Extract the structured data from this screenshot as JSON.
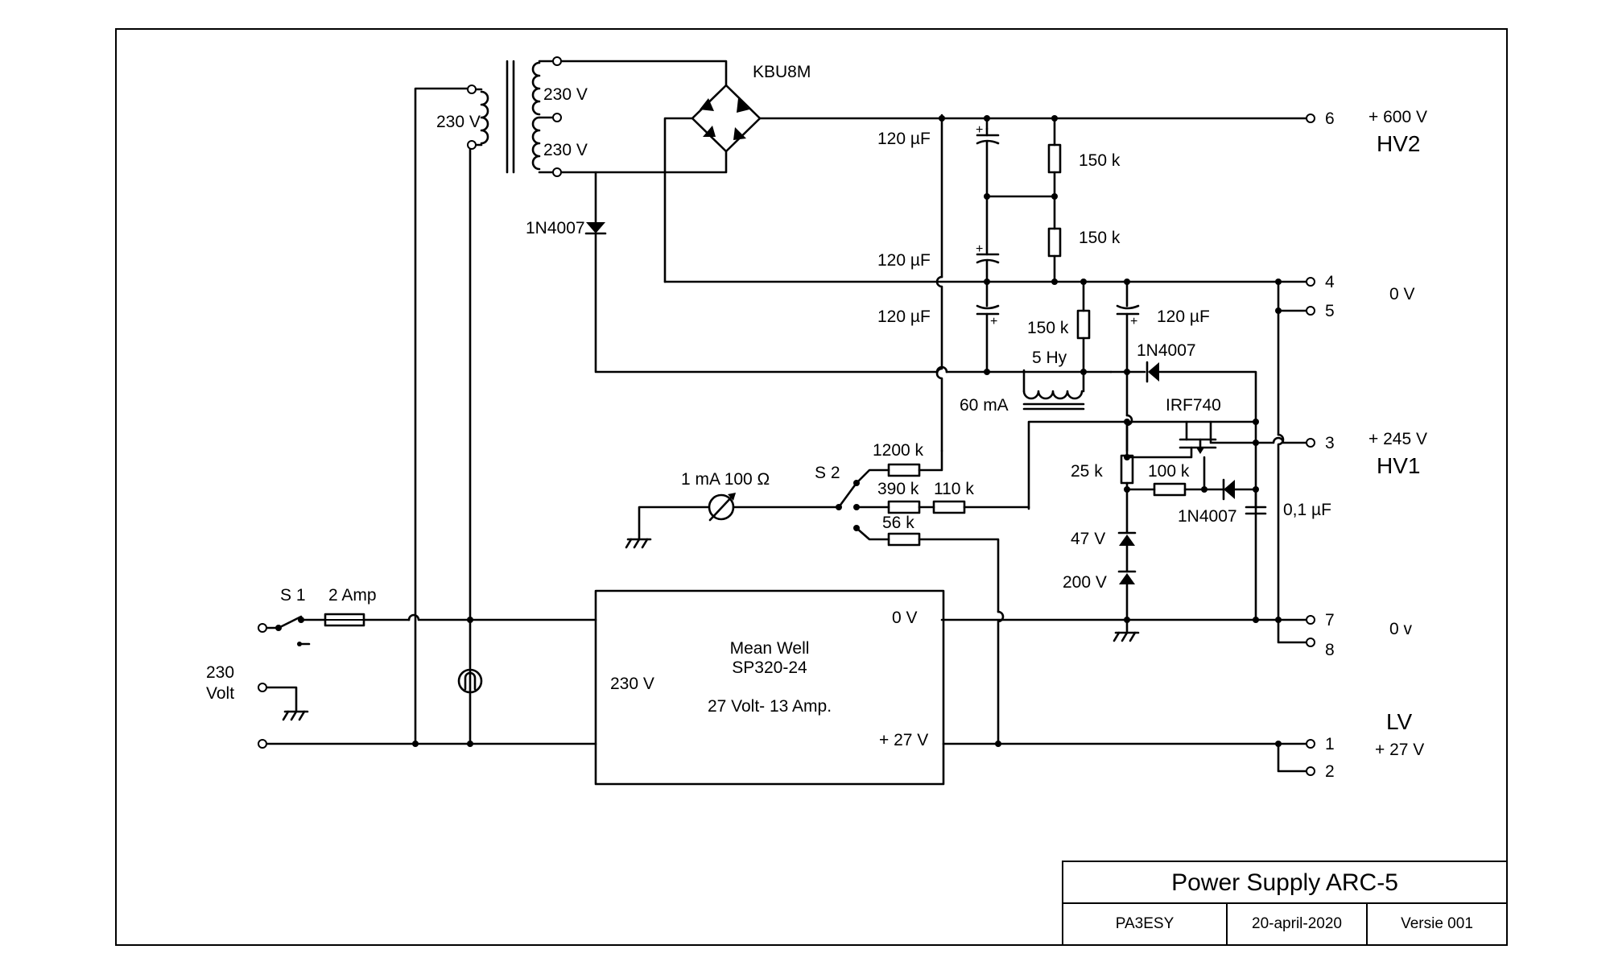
{
  "transformer": {
    "primary": "230 V",
    "secondary_top": "230 V",
    "secondary_bottom": "230 V"
  },
  "bridge": {
    "name": "KBU8M"
  },
  "components": {
    "diode_hv": "1N4007",
    "cap1": "120 µF",
    "cap2": "120 µF",
    "cap3": "120 µF",
    "cap4": "120 µF",
    "res1": "150 k",
    "res2": "150 k",
    "res3": "150 k",
    "choke": "5 Hy",
    "choke_current": "60 mA",
    "diode2": "1N4007",
    "mosfet": "IRF740",
    "res_25k": "25 k",
    "res_100k": "100 k",
    "diode3": "1N4007",
    "cap_01": "0,1 µF",
    "zener1": "47 V",
    "zener2": "200 V",
    "meter": "1 mA 100 Ω",
    "switch2": "S 2",
    "res_1200k": "1200 k",
    "res_390k": "390 k",
    "res_110k": "110 k",
    "res_56k": "56 k",
    "switch1": "S 1",
    "fuse": "2 Amp",
    "mains": [
      "230",
      "Volt"
    ]
  },
  "psu": {
    "line1": "Mean Well",
    "line2": "SP320-24",
    "line3": "27 Volt- 13 Amp.",
    "in": "230 V",
    "out0": "0 V",
    "out27": "+ 27 V"
  },
  "terminals": {
    "t6": "6",
    "t4": "4",
    "t5": "5",
    "t3": "3",
    "t7": "7",
    "t8": "8",
    "t1": "1",
    "t2": "2"
  },
  "outputs": {
    "hv2_voltage": "+ 600 V",
    "hv2_name": "HV2",
    "zero1": "0 V",
    "hv1_voltage": "+ 245 V",
    "hv1_name": "HV1",
    "zero2": "0 v",
    "lv_name": "LV",
    "lv_voltage": "+ 27 V"
  },
  "title_block": {
    "title": "Power Supply ARC-5",
    "author": "PA3ESY",
    "date": "20-april-2020",
    "version": "Versie 001"
  }
}
